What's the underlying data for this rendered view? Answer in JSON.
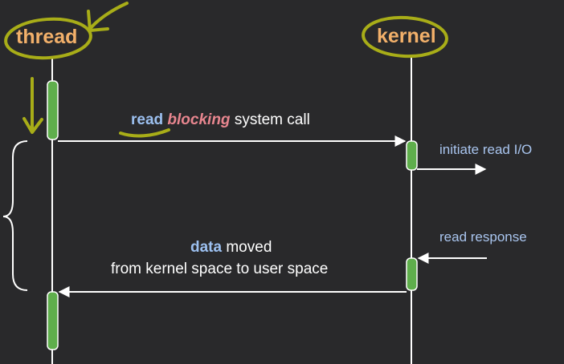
{
  "actors": {
    "thread": "thread",
    "kernel": "kernel"
  },
  "messages": {
    "syscall": {
      "read": "read",
      "blocking": "blocking",
      "rest": "system call"
    },
    "initiate": "initiate read I/O",
    "response": "read response",
    "data_moved": {
      "bold": "data",
      "rest": "moved",
      "line2": "from kernel space to user space"
    }
  },
  "colors": {
    "background": "#29292b",
    "actor_text": "#f2b06a",
    "keyword_blue": "#9cc0f0",
    "keyword_red": "#e8868f",
    "note_text": "#a9c5ef",
    "activation": "#5fae4c",
    "line": "#ffffff",
    "annotation": "#a8ad18"
  },
  "icons": {
    "annotation_arrow": "hand-drawn-arrow-icon",
    "brace": "curly-brace-icon"
  }
}
